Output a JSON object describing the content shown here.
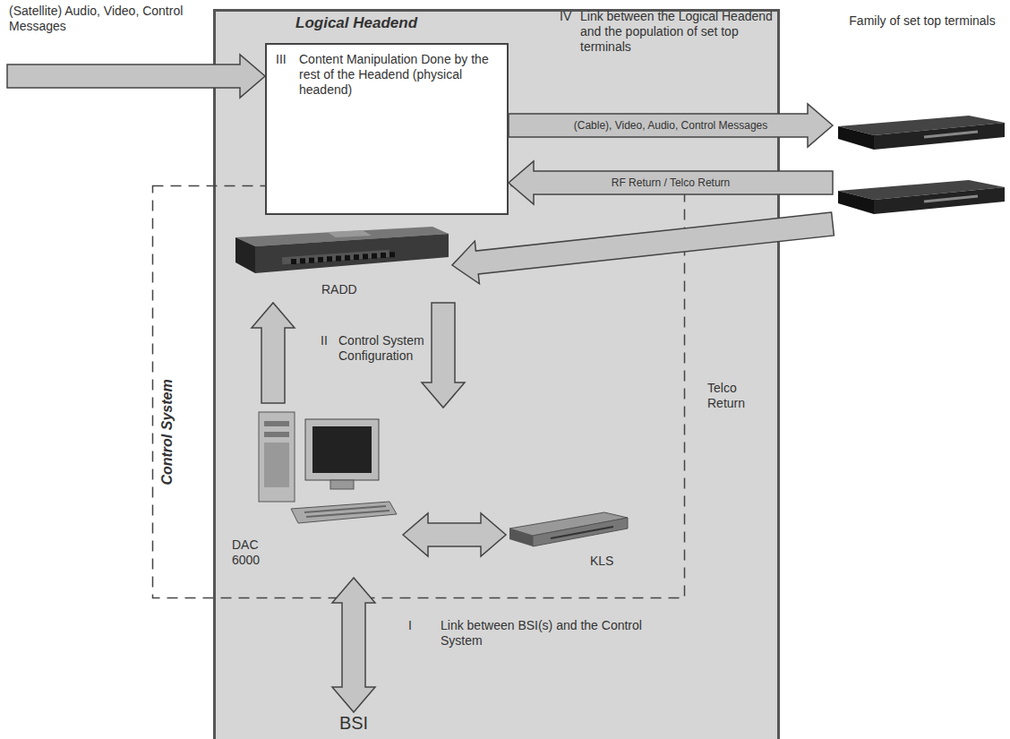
{
  "diagram": {
    "nodes": [
      {
        "text": [
          "Logical Headend"
        ]
      },
      {
        "text": [
          "III",
          "Content Manipulation Done by the rest of the Headend (physical headend)"
        ],
        "in": 0
      },
      {
        "text": [
          "Control System"
        ]
      },
      {
        "text": [
          "RADD"
        ],
        "in": 2
      },
      {
        "text": [
          "DAC 6000"
        ],
        "in": 2
      },
      {
        "text": [
          "KLS"
        ],
        "in": 2
      },
      {
        "text": [
          "Family of set top terminals"
        ]
      },
      {
        "text": [
          "BSI"
        ]
      }
    ],
    "edges": [
      {
        "from": 1,
        "to": 6,
        "arrow": "to",
        "label": "(Cable), Video, Audio, Control Messages"
      },
      {
        "from": 6,
        "to": 1,
        "arrow": "to",
        "label": "RF Return / Telco Return"
      },
      {
        "from": 6,
        "to": 3,
        "arrow": "to"
      },
      {
        "from": 4,
        "to": 3,
        "arrow": "to"
      },
      {
        "from": 3,
        "to": 5,
        "arrow": "to"
      },
      {
        "from": 4,
        "to": 5,
        "arrow": "both"
      },
      {
        "from": 4,
        "to": 7,
        "arrow": "both"
      }
    ],
    "labels": [
      "(Satellite) Audio, Video, Control Messages",
      "IV",
      "Link between the Logical Headend and the population of set top terminals",
      "II",
      "Control System Configuration",
      "Telco Return",
      "I",
      "Link between BSI(s) and the Control System"
    ]
  }
}
